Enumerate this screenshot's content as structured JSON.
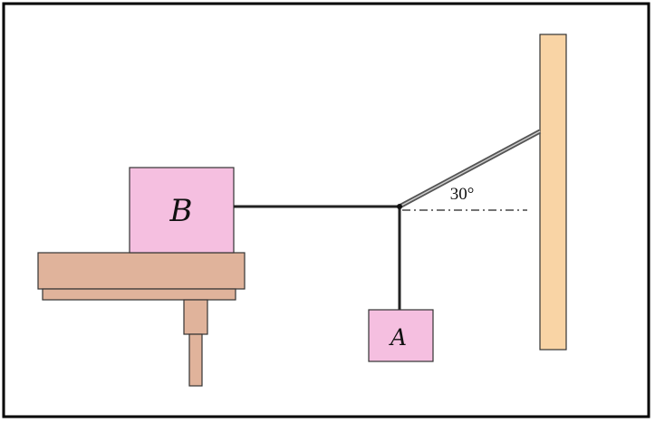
{
  "labels": {
    "block_b": "B",
    "block_a": "A",
    "angle": "30°"
  },
  "colors": {
    "frame": "#000000",
    "block_fill": "#f5bfe0",
    "table_fill": "#e0b39b",
    "wall_fill": "#f9d4a5",
    "outline": "#333333",
    "rope": "#222222",
    "dashed_line": "#222222"
  }
}
